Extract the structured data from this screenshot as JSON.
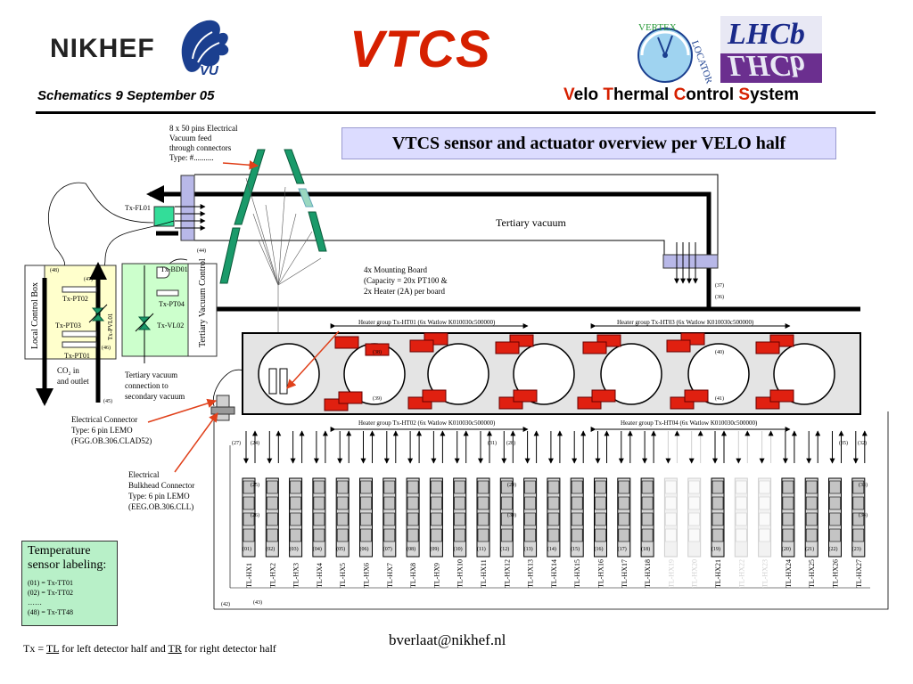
{
  "header": {
    "title": "VTCS",
    "date": "Schematics 9 September 05",
    "subtitle_parts": [
      {
        "text": "V",
        "red": true
      },
      {
        "text": "elo ",
        "red": false
      },
      {
        "text": "T",
        "red": true
      },
      {
        "text": "hermal ",
        "red": false
      },
      {
        "text": "C",
        "red": true
      },
      {
        "text": "ontrol ",
        "red": false
      },
      {
        "text": "S",
        "red": true
      },
      {
        "text": "ystem",
        "red": false
      }
    ],
    "banner": "VTCS sensor and actuator overview per VELO half",
    "logos": {
      "nikhef": "NIKHEF",
      "vu": "VU",
      "vertex_locator_top": "VERTEX",
      "vertex_locator_right": "LOCATOR",
      "lhcb": "LHCb"
    }
  },
  "annotations": {
    "feed_note": [
      "8 x 50 pins Electrical",
      "Vacuum feed",
      "through connectors",
      "Type: #.........."
    ],
    "tertiary_vacuum": "Tertiary vacuum",
    "mount_board": [
      "4x Mounting Board",
      "(Capacity = 20x PT100 &",
      "2x Heater (2A) per board"
    ],
    "co2": [
      "CO₂ in",
      "and outlet"
    ],
    "tertiary_conn": [
      "Tertiary vacuum",
      "connection to",
      "secondary vacuum"
    ],
    "elec_conn": [
      "Electrical Connector",
      "Type: 6 pin LEMO",
      "(FGG.OB.306.CLAD52)"
    ],
    "bulkhead": [
      "Electrical",
      "Bulkhead Connector",
      "Type: 6 pin LEMO",
      "(EEG.OB.306.CLL)"
    ],
    "local_control_box": "Local Control Box",
    "tertiary_vacuum_control": "Tertiary Vacuum Control",
    "heater_groups": [
      "Heater group Tx-HT01 (6x Watlow K010030c500000)",
      "Heater group Tx-HT03 (6x Watlow K010030c500000)",
      "Heater group Tx-HT02 (6x Watlow K010030c500000)",
      "Heater group Tx-HT04 (6x Watlow K010030c500000)"
    ]
  },
  "sensors": {
    "fl": "Tx-FL01",
    "pt02": "Tx-PT02",
    "pt03": "Tx-PT03",
    "pt01": "Tx-PT01",
    "pvl": "Tx-PVL01",
    "bd": "Tx-BD01",
    "pt04": "Tx-PT04",
    "vl": "Tx-VL02"
  },
  "connector_ids": {
    "c44": "(44)",
    "c48": "(48)",
    "c47": "(47)",
    "c46": "(46)",
    "c45": "(45)",
    "c37": "(37)",
    "c36": "(36)",
    "c38": "(38)",
    "c39": "(39)",
    "c40": "(40)",
    "c41": "(41)",
    "c42": "(42)",
    "c43": "(43)",
    "top_left": [
      "(27)",
      "(24)"
    ],
    "top_mid": [
      "(31)",
      "(28)"
    ],
    "top_right": [
      "(35)",
      "(32)"
    ],
    "mid_left": [
      "(25)",
      "(26)"
    ],
    "mid_mid": [
      "(29)",
      "(30)"
    ],
    "mid_right": [
      "(33)",
      "(34)"
    ]
  },
  "hx_modules": [
    {
      "label": "TL-HX1",
      "tt": "(01)",
      "faded": false
    },
    {
      "label": "TL-HX2",
      "tt": "(02)",
      "faded": false
    },
    {
      "label": "TL-HX3",
      "tt": "(03)",
      "faded": false
    },
    {
      "label": "TL-HX4",
      "tt": "(04)",
      "faded": false
    },
    {
      "label": "TL-HX5",
      "tt": "(05)",
      "faded": false
    },
    {
      "label": "TL-HX6",
      "tt": "(06)",
      "faded": false
    },
    {
      "label": "TL-HX7",
      "tt": "(07)",
      "faded": false
    },
    {
      "label": "TL-HX8",
      "tt": "(08)",
      "faded": false
    },
    {
      "label": "TL-HX9",
      "tt": "(09)",
      "faded": false
    },
    {
      "label": "TL-HX10",
      "tt": "(10)",
      "faded": false
    },
    {
      "label": "TL-HX11",
      "tt": "(11)",
      "faded": false
    },
    {
      "label": "TL-HX12",
      "tt": "(12)",
      "faded": false
    },
    {
      "label": "TL-HX13",
      "tt": "(13)",
      "faded": false
    },
    {
      "label": "TL-HX14",
      "tt": "(14)",
      "faded": false
    },
    {
      "label": "TL-HX15",
      "tt": "(15)",
      "faded": false
    },
    {
      "label": "TL-HX16",
      "tt": "(16)",
      "faded": false
    },
    {
      "label": "TL-HX17",
      "tt": "(17)",
      "faded": false
    },
    {
      "label": "TL-HX18",
      "tt": "(18)",
      "faded": false
    },
    {
      "label": "TL-HX19",
      "tt": "",
      "faded": true
    },
    {
      "label": "TL-HX20",
      "tt": "",
      "faded": true
    },
    {
      "label": "TL-HX21",
      "tt": "(19)",
      "faded": false
    },
    {
      "label": "TL-HX22",
      "tt": "",
      "faded": true
    },
    {
      "label": "TL-HX23",
      "tt": "",
      "faded": true
    },
    {
      "label": "TL-HX24",
      "tt": "(20)",
      "faded": false
    },
    {
      "label": "TL-HX25",
      "tt": "(21)",
      "faded": false
    },
    {
      "label": "TL-HX26",
      "tt": "(22)",
      "faded": false
    },
    {
      "label": "TL-HX27",
      "tt": "(23)",
      "faded": false
    }
  ],
  "labeling": {
    "title": [
      "Temperature",
      "sensor labeling:"
    ],
    "lines": [
      "(01) = Tx-TT01",
      "(02) = Tx-TT02",
      "……",
      "(48) = Tx-TT48"
    ]
  },
  "footer": {
    "email": "bverlaat@nikhef.nl",
    "tx_prefix": "Tx = ",
    "tl": "TL",
    "tx_mid": " for left detector half and ",
    "tr": "TR",
    "tx_suffix": " for right detector half"
  },
  "colors": {
    "accent_red": "#d62000",
    "heater_red": "#e02010",
    "feed_green": "#1a9a6a",
    "banner_bg": "#dcdcff",
    "box_yellow": "#ffffcc",
    "box_green": "#ccffcc"
  }
}
